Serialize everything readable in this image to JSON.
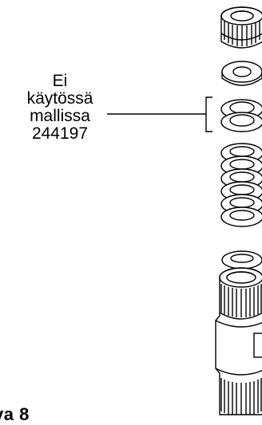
{
  "callout": {
    "lines": [
      "Ei",
      "käytössä",
      "mallissa",
      "244197"
    ]
  },
  "caption": "va 8"
}
